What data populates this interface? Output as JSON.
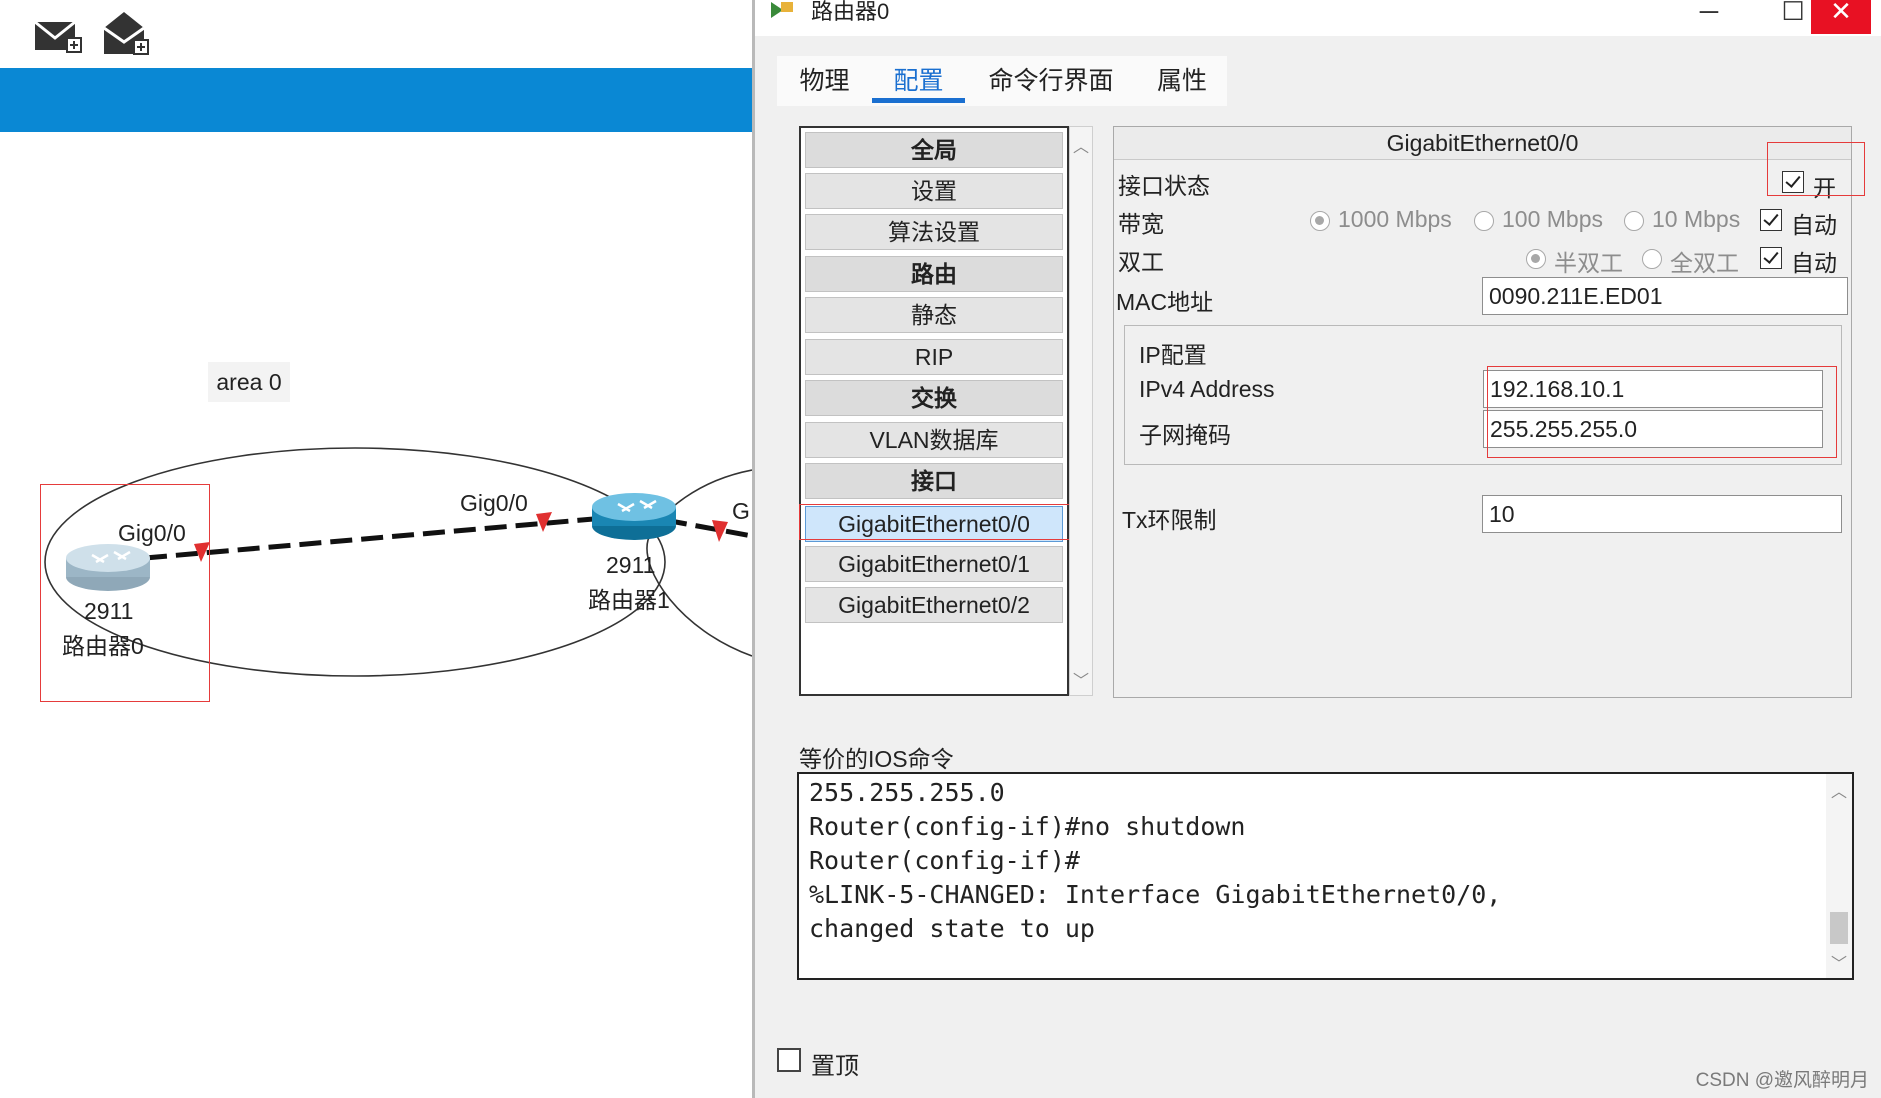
{
  "workspace": {
    "toolbar": [
      {
        "icon": "add-simple-pdu-icon"
      },
      {
        "icon": "add-complex-pdu-icon"
      }
    ],
    "area_label": "area 0",
    "devices": [
      {
        "model": "2911",
        "name": "路由器0",
        "port_label": "Gig0/0"
      },
      {
        "model": "2911",
        "name": "路由器1",
        "port_label": "Gig0/0"
      }
    ],
    "partial_label": "G"
  },
  "dialog": {
    "title": "路由器0",
    "window_controls": {
      "minimize": "─",
      "maximize": "☐",
      "close": "✕"
    },
    "tabs": [
      {
        "label": "物理",
        "active": false
      },
      {
        "label": "配置",
        "active": true
      },
      {
        "label": "命令行界面",
        "active": false
      },
      {
        "label": "属性",
        "active": false
      }
    ],
    "sidebar": {
      "items": [
        {
          "label": "全局",
          "header": true
        },
        {
          "label": "设置",
          "header": false
        },
        {
          "label": "算法设置",
          "header": false
        },
        {
          "label": "路由",
          "header": true
        },
        {
          "label": "静态",
          "header": false
        },
        {
          "label": "RIP",
          "header": false
        },
        {
          "label": "交换",
          "header": true
        },
        {
          "label": "VLAN数据库",
          "header": false
        },
        {
          "label": "接口",
          "header": true
        },
        {
          "label": "GigabitEthernet0/0",
          "selected": true
        },
        {
          "label": "GigabitEthernet0/1",
          "selected": false
        },
        {
          "label": "GigabitEthernet0/2",
          "selected": false
        }
      ]
    },
    "interface": {
      "header": "GigabitEthernet0/0",
      "port_status_label": "接口状态",
      "port_on_label": "开",
      "port_on": true,
      "bandwidth_label": "带宽",
      "bandwidth_options": [
        "1000 Mbps",
        "100 Mbps",
        "10 Mbps"
      ],
      "bandwidth_auto_label": "自动",
      "bandwidth_auto": true,
      "duplex_label": "双工",
      "duplex_options": [
        "半双工",
        "全双工"
      ],
      "duplex_auto_label": "自动",
      "duplex_auto": true,
      "mac_label": "MAC地址",
      "mac_value": "0090.211E.ED01",
      "ip_config_label": "IP配置",
      "ipv4_label": "IPv4 Address",
      "ipv4_value": "192.168.10.1",
      "mask_label": "子网掩码",
      "mask_value": "255.255.255.0",
      "tx_ring_label": "Tx环限制",
      "tx_ring_value": "10"
    },
    "ios": {
      "label": "等价的IOS命令",
      "lines": [
        "255.255.255.0",
        "Router(config-if)#no shutdown",
        "Router(config-if)#",
        "%LINK-5-CHANGED: Interface GigabitEthernet0/0,",
        "changed state to up"
      ]
    },
    "pin_on_top_label": "置顶",
    "pin_on_top": false
  },
  "watermark": "CSDN @邀风醉明月",
  "colors": {
    "accent_blue": "#0a88d4",
    "tab_active": "#1a6fd0",
    "highlight_red": "#e53b3b",
    "close_red": "#e81123"
  }
}
